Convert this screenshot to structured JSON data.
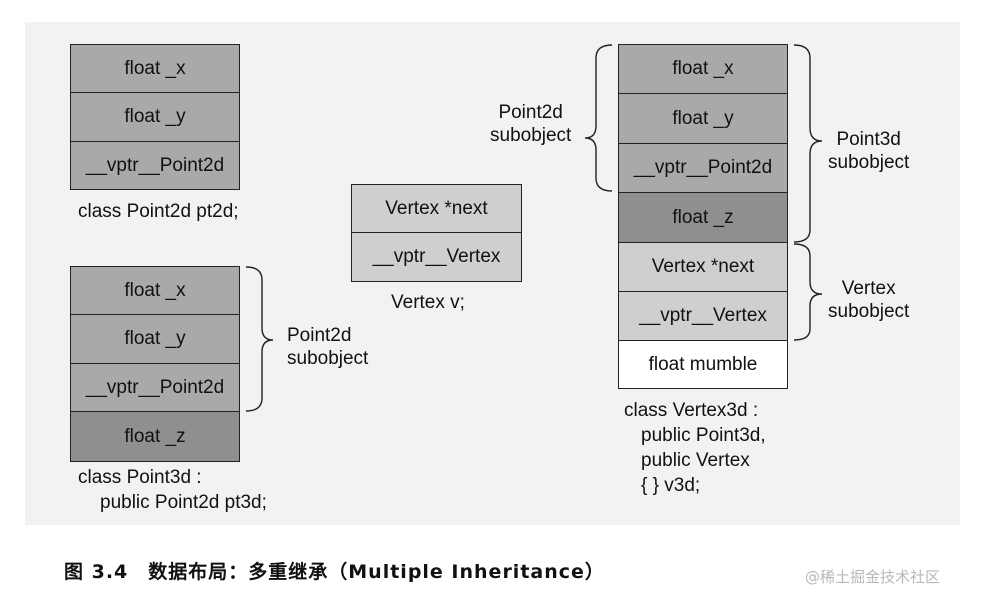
{
  "pt2d": {
    "fields": [
      "float _x",
      "float _y",
      "__vptr__Point2d"
    ],
    "caption": "class Point2d pt2d;"
  },
  "pt3d": {
    "fields": [
      "float _x",
      "float _y",
      "__vptr__Point2d",
      "float _z"
    ],
    "brace_label": [
      "Point2d",
      "subobject"
    ],
    "caption": [
      "class Point3d :",
      "public Point2d pt3d;"
    ]
  },
  "vertex": {
    "fields": [
      "Vertex *next",
      "__vptr__Vertex"
    ],
    "caption": "Vertex v;"
  },
  "v3d": {
    "fields": [
      "float _x",
      "float _y",
      "__vptr__Point2d",
      "float _z",
      "Vertex *next",
      "__vptr__Vertex",
      "float mumble"
    ],
    "left_brace_label": [
      "Point2d",
      "subobject"
    ],
    "right_brace_label_1": [
      "Point3d",
      "subobject"
    ],
    "right_brace_label_2": [
      "Vertex",
      "subobject"
    ],
    "caption": [
      "class Vertex3d :",
      "public Point3d,",
      "public Vertex",
      "{ } v3d;"
    ]
  },
  "figure_caption": "图 3.4　数据布局：多重继承（Multiple Inheritance）",
  "watermark": "@稀土掘金技术社区"
}
